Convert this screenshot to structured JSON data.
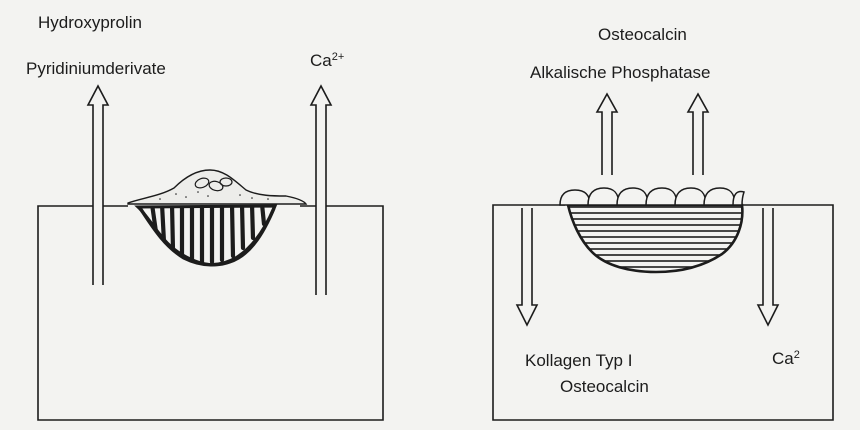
{
  "left_panel": {
    "labels": {
      "hydroxyprolin": "Hydroxyprolin",
      "pyridinium": "Pyridiniumderivate",
      "calcium_base": "Ca",
      "calcium_charge": "2+"
    }
  },
  "right_panel": {
    "labels": {
      "osteocalcin_top": "Osteocalcin",
      "alkaline_phosphatase": "Alkalische Phosphatase",
      "collagen": "Kollagen Typ I",
      "osteocalcin_bottom": "Osteocalcin",
      "calcium_base": "Ca",
      "calcium_charge": "2"
    }
  },
  "colors": {
    "ink": "#1c1c1c",
    "paper": "#f3f3f1",
    "cell_fill": "#ededea"
  }
}
